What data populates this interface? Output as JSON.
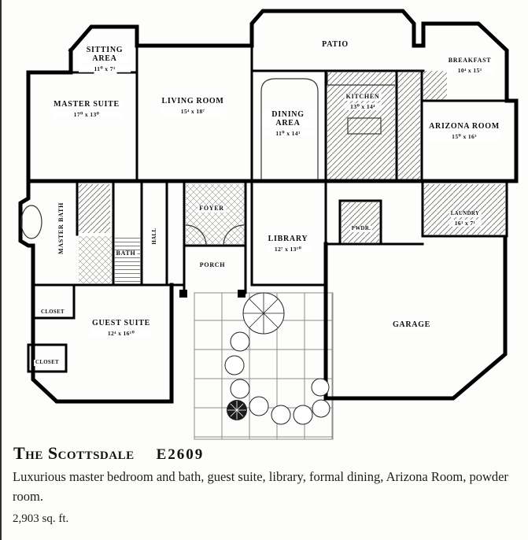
{
  "plan": {
    "rooms": [
      {
        "label": "SITTING AREA",
        "dims": "11⁰ x 7³"
      },
      {
        "label": "MASTER SUITE",
        "dims": "17⁰ x 13⁰"
      },
      {
        "label": "LIVING ROOM",
        "dims": "15⁴ x 18⁷"
      },
      {
        "label": "PATIO",
        "dims": ""
      },
      {
        "label": "DINING AREA",
        "dims": "11⁰ x 14³"
      },
      {
        "label": "KITCHEN",
        "dims": "13⁰ x 14⁴"
      },
      {
        "label": "BREAKFAST",
        "dims": "10⁴ x 15³"
      },
      {
        "label": "ARIZONA ROOM",
        "dims": "15⁰ x 16³"
      },
      {
        "label": "MASTER BATH",
        "dims": ""
      },
      {
        "label": "BATH",
        "dims": ""
      },
      {
        "label": "HALL",
        "dims": ""
      },
      {
        "label": "FOYER",
        "dims": ""
      },
      {
        "label": "LIBRARY",
        "dims": "12⁷ x 13¹⁰"
      },
      {
        "label": "PORCH",
        "dims": ""
      },
      {
        "label": "PWDR.",
        "dims": ""
      },
      {
        "label": "LAUNDRY",
        "dims": "16¹ x 7¹"
      },
      {
        "label": "CLOSET",
        "dims": ""
      },
      {
        "label": "GUEST SUITE",
        "dims": "12⁴ x 16¹⁰"
      },
      {
        "label": "CLOSET",
        "dims": ""
      },
      {
        "label": "GARAGE",
        "dims": ""
      }
    ],
    "footer": {
      "title": "The Scottsdale",
      "model": "E2609",
      "description": "Luxurious master bedroom and bath, guest suite, library, formal dining, Arizona Room, powder room.",
      "area": "2,903 sq. ft."
    }
  }
}
